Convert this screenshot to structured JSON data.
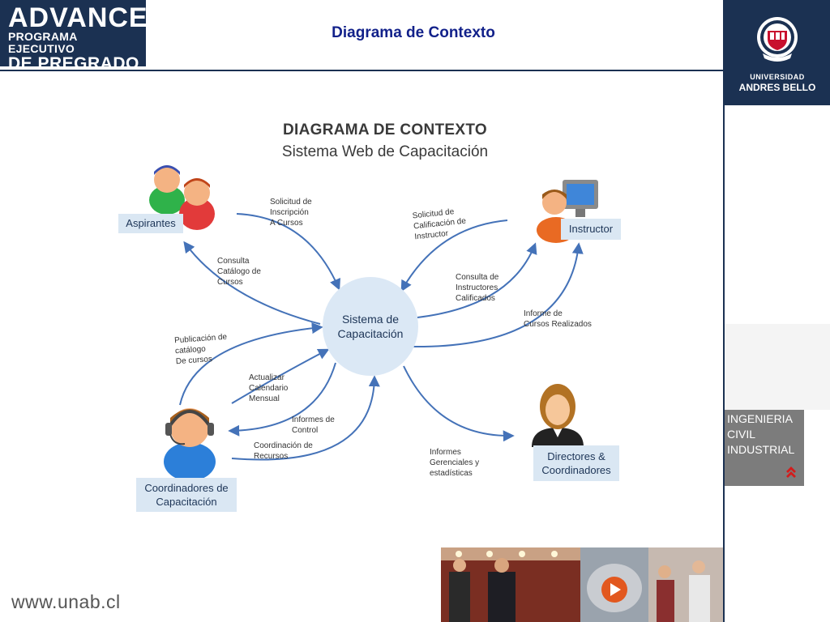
{
  "header": {
    "logo_line1": "ADVANCE",
    "logo_line2": "PROGRAMA EJECUTIVO",
    "logo_line3": "DE PREGRADO",
    "title": "Diagrama de Contexto"
  },
  "university": {
    "line1": "UNIVERSIDAD",
    "line2": "ANDRES BELLO",
    "seal_text": "UNIVERSIDAD ANDRES BELLO"
  },
  "program": {
    "line1": "INGENIERIA",
    "line2": "CIVIL",
    "line3": "INDUSTRIAL",
    "chevron": "»"
  },
  "diagram": {
    "title": "DIAGRAMA DE CONTEXTO",
    "subtitle": "Sistema Web de Capacitación",
    "center": "Sistema de\nCapacitación",
    "entities": {
      "aspirantes": "Aspirantes",
      "instructor": "Instructor",
      "coordinadores": "Coordinadores de\nCapacitación",
      "directores": "Directores &\nCoordinadores"
    },
    "flows": {
      "solicitud_inscripcion": "Solicitud de\nInscripción\nA Cursos",
      "consulta_catalogo": "Consulta\nCatálogo de\nCursos",
      "solicitud_calificacion": "Solicitud de\nCalificación de\nInstructor",
      "consulta_instructores": "Consulta de\nInstructores\nCalificados",
      "informe_cursos": "Informe de\nCursos Realizados",
      "publicacion_catalogo": "Publicación de\ncatálogo\nDe cursos",
      "actualizar_calendario": "Actualizar\nCalendario\nMensual",
      "informes_control": "Informes de\nControl",
      "coordinacion_recursos": "Coordinación de\nRecursos",
      "informes_gerenciales": "Informes\nGerenciales y\nestadísticas"
    }
  },
  "footer": {
    "url": "www.unab.cl"
  },
  "colors": {
    "navy": "#1b3152",
    "title_blue": "#12218a",
    "arrow_blue": "#4472b8",
    "box_fill": "#dae7f3",
    "accent_red": "#d31c1c"
  }
}
